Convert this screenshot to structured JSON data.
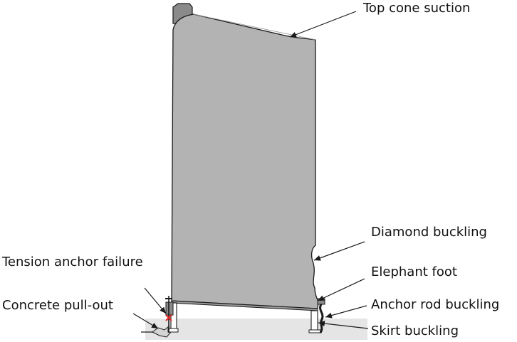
{
  "labels": {
    "top_cone_suction": "Top cone suction",
    "diamond_buckling": "Diamond buckling",
    "elephant_foot": "Elephant foot",
    "anchor_rod_buckling": "Anchor rod buckling",
    "skirt_buckling": "Skirt buckling",
    "tension_anchor_failure": "Tension anchor failure",
    "concrete_pull_out": "Concrete pull-out"
  },
  "colors": {
    "tank_fill": "#b3b3b3",
    "foundation_fill": "#e5e5e5",
    "outline": "#1a1a1a",
    "failure_mark": "#e02020",
    "pipe_fill": "#8a8a8a"
  }
}
